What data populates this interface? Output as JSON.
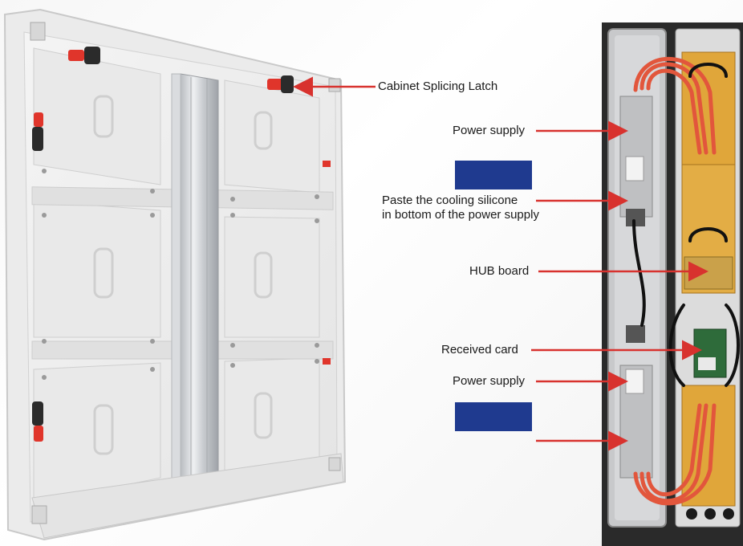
{
  "annotations": {
    "latch": "Cabinet Splicing Latch",
    "power_supply_1": "Power supply",
    "cooling_line1": "Paste the cooling silicone",
    "cooling_line2": "in bottom of the power supply",
    "hub_board": "HUB board",
    "received_card": "Received card",
    "power_supply_2": "Power supply"
  },
  "colors": {
    "arrow": "#d8322e",
    "swatch": "#1f3a8f",
    "latch": "#e0352b",
    "pcb": "#e0a63a",
    "cable": "#e2563c"
  },
  "icons": {
    "arrow": "arrow-right-icon",
    "latch": "latch-icon"
  }
}
